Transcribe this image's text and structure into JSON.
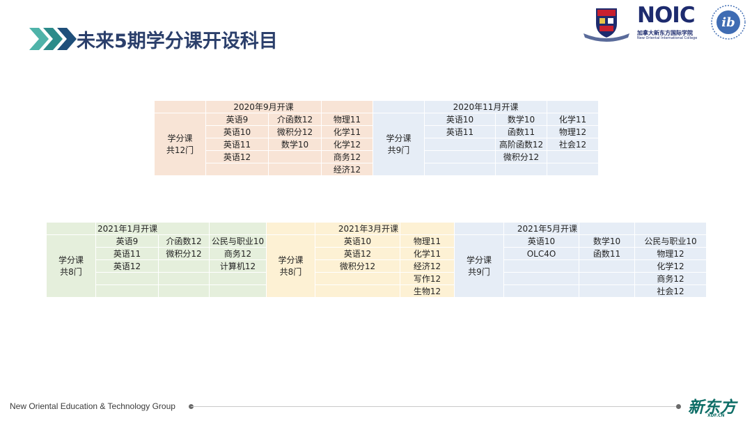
{
  "title": "未来5期学分课开设科目",
  "logos": {
    "noic_text": "NOIC",
    "noic_cn": "加拿大新东方国际学院",
    "noic_en": "New Oriental International College",
    "ib_text": "ib"
  },
  "colors": {
    "title": "#2b3f6b",
    "peach": "#f8e4d6",
    "light_blue": "#e6edf6",
    "light_green": "#e5efdc",
    "light_yellow": "#fdf1d4",
    "chevron": "#2c8b8a"
  },
  "tables": {
    "sep2020": {
      "header": "2020年9月开课",
      "side": "学分课\n共12门",
      "rows": [
        [
          "英语9",
          "介函数12",
          "物理11"
        ],
        [
          "英语10",
          "微积分12",
          "化学11"
        ],
        [
          "英语11",
          "数学10",
          "化学12"
        ],
        [
          "英语12",
          "",
          "商务12"
        ],
        [
          "",
          "",
          "经济12"
        ]
      ]
    },
    "nov2020": {
      "header": "2020年11月开课",
      "side": "学分课\n共9门",
      "rows": [
        [
          "英语10",
          "数学10",
          "化学11"
        ],
        [
          "英语11",
          "函数11",
          "物理12"
        ],
        [
          "",
          "高阶函数12",
          "社会12"
        ],
        [
          "",
          "微积分12",
          ""
        ],
        [
          "",
          "",
          ""
        ]
      ]
    },
    "jan2021": {
      "header": "2021年1月开课",
      "side": "学分课\n共8门",
      "rows": [
        [
          "英语9",
          "介函数12",
          "公民与职业10"
        ],
        [
          "英语11",
          "微积分12",
          "商务12"
        ],
        [
          "英语12",
          "",
          "计算机12"
        ],
        [
          "",
          "",
          ""
        ],
        [
          "",
          "",
          ""
        ]
      ]
    },
    "mar2021": {
      "header": "2021年3月开课",
      "side": "学分课\n共8门",
      "rows": [
        [
          "英语10",
          "物理11"
        ],
        [
          "英语12",
          "化学11"
        ],
        [
          "微积分12",
          "经济12"
        ],
        [
          "",
          "写作12"
        ],
        [
          "",
          "生物12"
        ]
      ]
    },
    "may2021": {
      "header": "2021年5月开课",
      "side": "学分课\n共9门",
      "rows": [
        [
          "英语10",
          "数学10",
          "公民与职业10"
        ],
        [
          "OLC4O",
          "函数11",
          "物理12"
        ],
        [
          "",
          "",
          "化学12"
        ],
        [
          "",
          "",
          "商务12"
        ],
        [
          "",
          "",
          "社会12"
        ]
      ]
    }
  },
  "footer": {
    "company": "New Oriental Education & Technology Group",
    "brand": "新东方",
    "brand_sub": "XDF.CN"
  }
}
